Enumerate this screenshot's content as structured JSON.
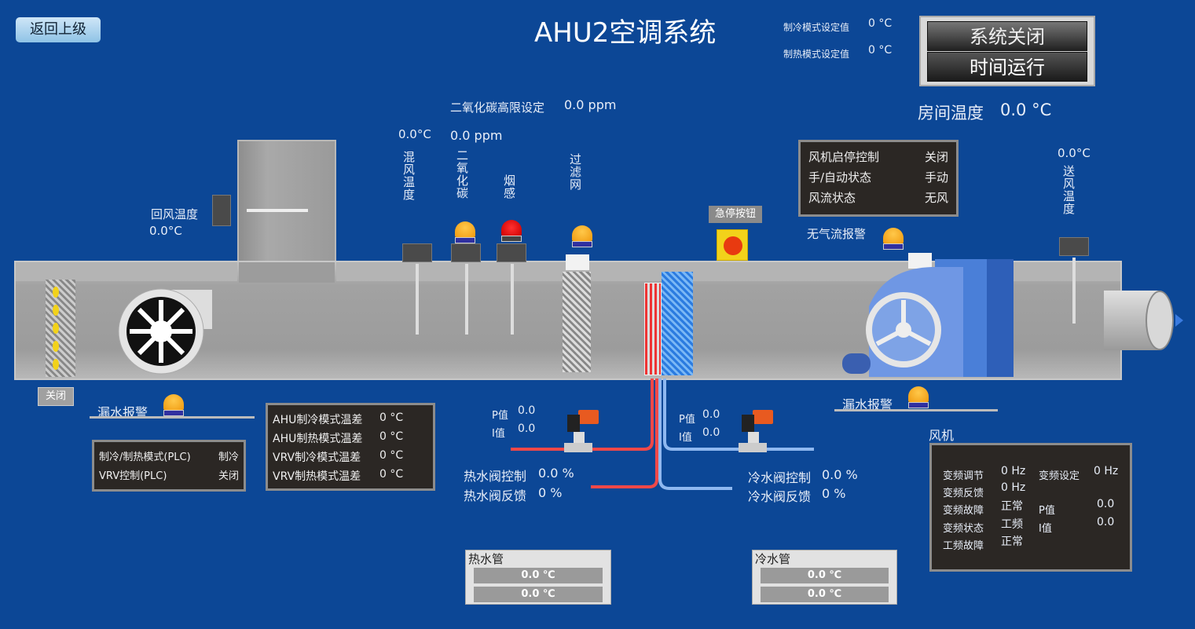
{
  "header": {
    "back_button": "返回上级",
    "title": "AHU2空调系统"
  },
  "setpoints": {
    "cool_label": "制冷模式设定值",
    "cool_value": "0 °C",
    "heat_label": "制热模式设定值",
    "heat_value": "0 °C"
  },
  "system_buttons": {
    "system_off": "系统关闭",
    "time_run": "时间运行"
  },
  "room_temp": {
    "label": "房间温度",
    "value": "0.0 °C"
  },
  "co2_limit": {
    "label": "二氧化碳高限设定",
    "value": "0.0 ppm"
  },
  "sensors": {
    "mix_temp": {
      "label": "混风温度",
      "value": "0.0°C"
    },
    "co2": {
      "label": "二氧化碳",
      "value": "0.0 ppm"
    },
    "smoke": {
      "label": "烟感"
    },
    "filter": {
      "label": "过滤网"
    },
    "return_temp": {
      "label": "回风温度",
      "value": "0.0°C"
    },
    "supply_temp": {
      "label": "送风温度",
      "value": "0.0°C"
    }
  },
  "estop": {
    "label": "急停按钮"
  },
  "fan_status": {
    "rows": [
      {
        "label": "风机启停控制",
        "value": "关闭"
      },
      {
        "label": "手/自动状态",
        "value": "手动"
      },
      {
        "label": "风流状态",
        "value": "无风"
      }
    ],
    "no_airflow_alarm": "无气流报警"
  },
  "damper": {
    "state": "关闭"
  },
  "leak_alarm_left": "漏水报警",
  "leak_alarm_right": "漏水报警",
  "mode_panel": {
    "rows": [
      {
        "label": "制冷/制热模式(PLC)",
        "value": "制冷"
      },
      {
        "label": "VRV控制(PLC)",
        "value": "关闭"
      }
    ]
  },
  "temp_diff_panel": {
    "rows": [
      {
        "label": "AHU制冷模式温差",
        "value": "0 °C"
      },
      {
        "label": "AHU制热模式温差",
        "value": "0 °C"
      },
      {
        "label": "VRV制冷模式温差",
        "value": "0 °C"
      },
      {
        "label": "VRV制热模式温差",
        "value": "0 °C"
      }
    ]
  },
  "hot_valve": {
    "p_label": "P值",
    "p_value": "0.0",
    "i_label": "I值",
    "i_value": "0.0",
    "ctrl_label": "热水阀控制",
    "ctrl_value": "0.0 %",
    "fb_label": "热水阀反馈",
    "fb_value": "0 %"
  },
  "cold_valve": {
    "p_label": "P值",
    "p_value": "0.0",
    "i_label": "I值",
    "i_value": "0.0",
    "ctrl_label": "冷水阀控制",
    "ctrl_value": "0.0 %",
    "fb_label": "冷水阀反馈",
    "fb_value": "0 %"
  },
  "hot_pipe": {
    "title": "热水管",
    "v1": "0.0 ℃",
    "v2": "0.0 ℃"
  },
  "cold_pipe": {
    "title": "冷水管",
    "v1": "0.0 ℃",
    "v2": "0.0 ℃"
  },
  "fan_panel": {
    "title": "风机",
    "freq_adjust_label": "变频调节",
    "freq_adjust": "0 Hz",
    "freq_set_label": "变频设定",
    "freq_set": "0 Hz",
    "freq_fb_label": "变频反馈",
    "freq_fb": "0 Hz",
    "freq_fault_label": "变频故障",
    "freq_fault": "正常",
    "freq_state_label": "变频状态",
    "freq_state": "工频",
    "power_fault_label": "工频故障",
    "power_fault": "正常",
    "p_label": "P值",
    "p_value": "0.0",
    "i_label": "I值",
    "i_value": "0.0"
  }
}
